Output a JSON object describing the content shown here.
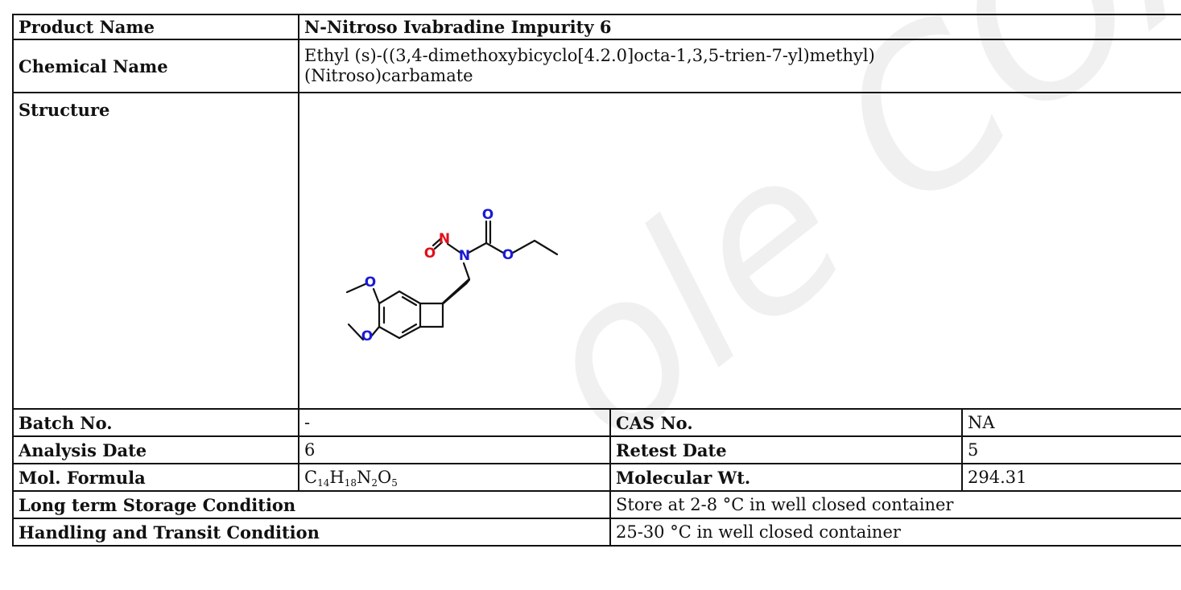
{
  "rows": {
    "product_name": {
      "label": "Product Name",
      "value": "N-Nitroso Ivabradine Impurity 6"
    },
    "chemical_name": {
      "label": "Chemical Name",
      "value": "Ethyl (s)-((3,4-dimethoxybicyclo[4.2.0]octa-1,3,5-trien-7-yl)methyl)(Nitroso)carbamate"
    },
    "structure": {
      "label": "Structure"
    },
    "batch": {
      "label": "Batch No.",
      "value": "-"
    },
    "cas": {
      "label": "CAS No.",
      "value": "NA"
    },
    "analysis_date": {
      "label": "Analysis Date",
      "value": "6"
    },
    "retest_date": {
      "label": "Retest Date",
      "value": "5"
    },
    "mol_formula": {
      "label": "Mol. Formula",
      "c": "C",
      "c_n": "14",
      "h": "H",
      "h_n": "18",
      "n": "N",
      "n_n": "2",
      "o": "O",
      "o_n": "5"
    },
    "mol_wt": {
      "label": "Molecular Wt.",
      "value": "294.31"
    },
    "storage": {
      "label": "Long term Storage Condition",
      "value": "Store at 2-8 °C in well closed container"
    },
    "handling": {
      "label": "Handling and Transit Condition",
      "value": "25-30 °C in well closed container"
    }
  },
  "structure_atoms": {
    "o1": "O",
    "o2": "O",
    "o3": "O",
    "o4": "O",
    "o5": "O",
    "n1": "N",
    "n2": "N"
  },
  "colors": {
    "border": "#111111",
    "oxygen_blue": "#1a1ad6",
    "nitro_red": "#e0101a",
    "watermark": "#efefef"
  }
}
